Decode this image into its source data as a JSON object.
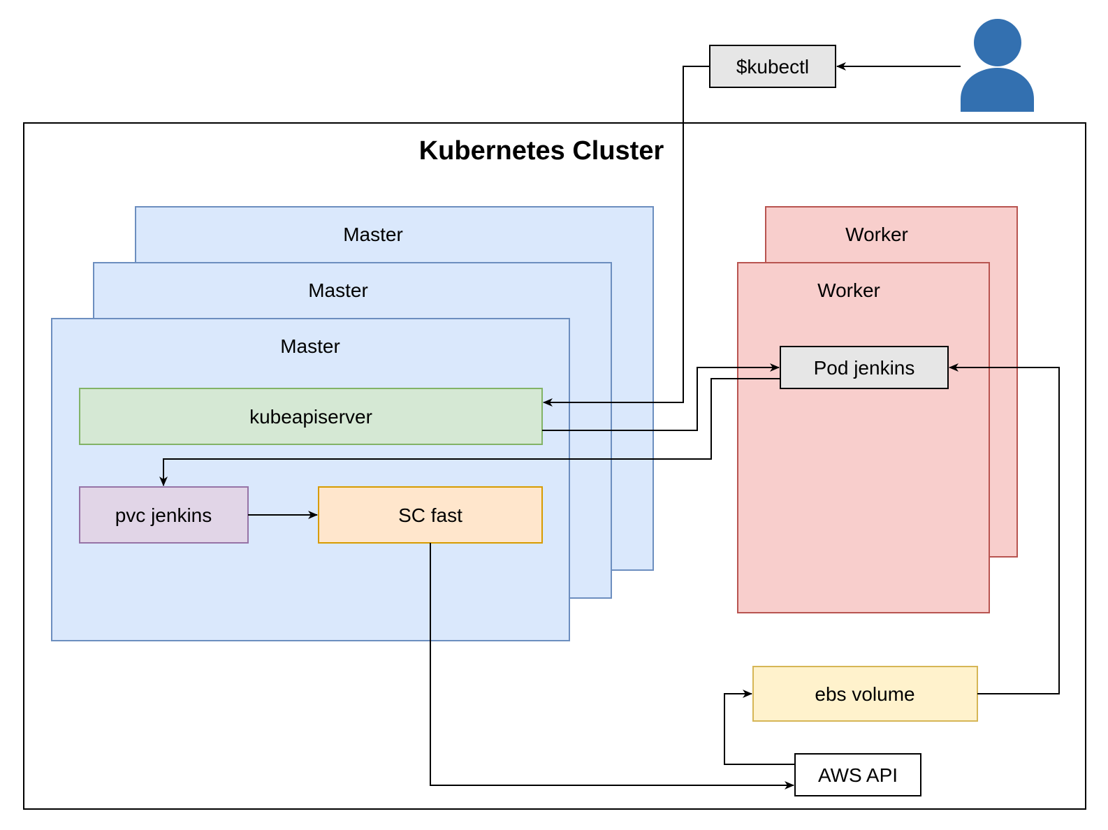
{
  "cluster": {
    "title": "Kubernetes Cluster"
  },
  "masters": [
    {
      "label": "Master"
    },
    {
      "label": "Master"
    },
    {
      "label": "Master"
    }
  ],
  "workers": [
    {
      "label": "Worker"
    },
    {
      "label": "Worker"
    }
  ],
  "nodes": {
    "kubectl": "$kubectl",
    "kubeapiserver": "kubeapiserver",
    "pvc": "pvc jenkins",
    "sc": "SC fast",
    "pod": "Pod jenkins",
    "ebs": "ebs volume",
    "aws": "AWS API"
  },
  "icons": {
    "user": "user-icon"
  },
  "colors": {
    "master_fill": "#dae8fc",
    "master_stroke": "#6c8ebf",
    "worker_fill": "#f8cecc",
    "worker_stroke": "#b85450",
    "api_fill": "#d5e8d4",
    "api_stroke": "#82b366",
    "pvc_fill": "#e1d5e7",
    "pvc_stroke": "#9673a6",
    "sc_fill": "#ffe6cc",
    "sc_stroke": "#d79b00",
    "ebs_fill": "#fff2cc",
    "ebs_stroke": "#d6b656",
    "gray_fill": "#e6e6e6",
    "user": "#3370b0"
  }
}
